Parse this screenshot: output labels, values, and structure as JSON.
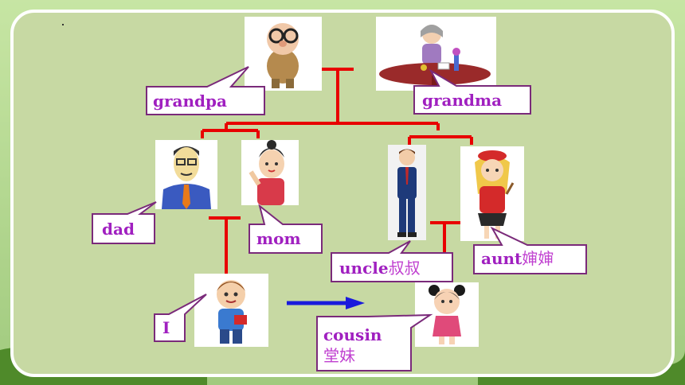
{
  "colors": {
    "panel": "#c7d9a3",
    "tree_line": "#e80000",
    "label_text": "#a020c0",
    "callout_border": "#7a2a7a",
    "arrow": "#1a1adc"
  },
  "members": {
    "grandpa": {
      "label": "grandpa",
      "icon": "grandpa-figure-icon"
    },
    "grandma": {
      "label": "grandma",
      "icon": "grandma-at-table-icon"
    },
    "dad": {
      "label": "dad",
      "icon": "dad-cartoon-icon"
    },
    "mom": {
      "label": "mom",
      "icon": "mom-cartoon-icon"
    },
    "uncle": {
      "label": "uncle",
      "label_cn": "叔叔",
      "icon": "uncle-cartoon-icon"
    },
    "aunt": {
      "label": "aunt",
      "label_cn": "婶婶",
      "icon": "aunt-cartoon-icon"
    },
    "me": {
      "label": "I",
      "icon": "boy-cartoon-icon"
    },
    "cousin": {
      "label": "cousin",
      "label_cn": "堂妹",
      "icon": "girl-cartoon-icon"
    }
  },
  "connectors": {
    "arrow": "right-arrow-icon"
  }
}
